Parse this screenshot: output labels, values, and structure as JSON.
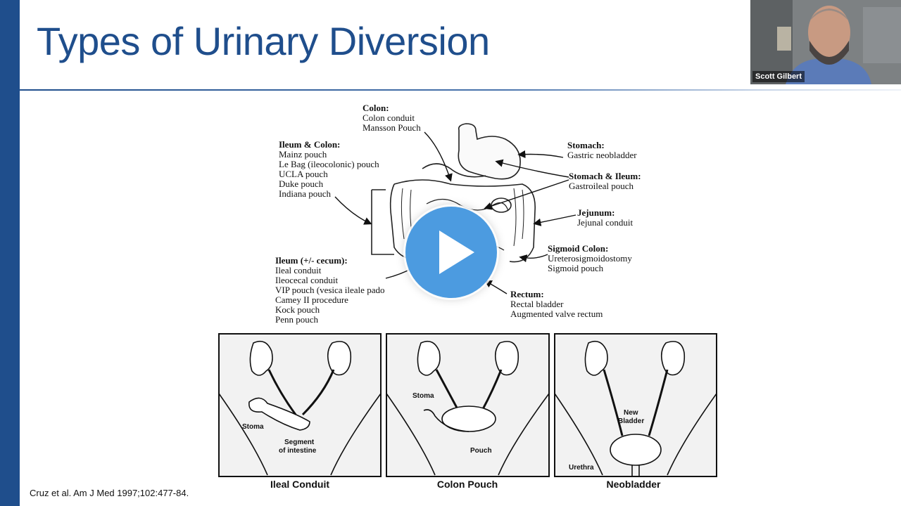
{
  "slide": {
    "title": "Types of Urinary Diversion",
    "citation": "Cruz et al. Am J Med 1997;102:477-84."
  },
  "webcam": {
    "name": "Scott Gilbert"
  },
  "diagram": {
    "colon": {
      "heading": "Colon:",
      "items": [
        "Colon conduit",
        "Mansson Pouch"
      ]
    },
    "ileum_colon": {
      "heading": "Ileum & Colon:",
      "items": [
        "Mainz pouch",
        "Le Bag (ileocolonic) pouch",
        "UCLA pouch",
        "Duke pouch",
        "Indiana pouch"
      ]
    },
    "stomach": {
      "heading": "Stomach:",
      "items": [
        "Gastric neobladder"
      ]
    },
    "stomach_ileum": {
      "heading": "Stomach & Ileum:",
      "items": [
        "Gastroileal pouch"
      ]
    },
    "jejunum": {
      "heading": "Jejunum:",
      "items": [
        "Jejunal conduit"
      ]
    },
    "sigmoid": {
      "heading": "Sigmoid Colon:",
      "items": [
        "Ureterosigmoidostomy",
        "Sigmoid pouch"
      ]
    },
    "ileum": {
      "heading": "Ileum (+/- cecum):",
      "items": [
        "Ileal conduit",
        "Ileocecal conduit",
        "VIP pouch (vesica ileale pado",
        "Camey II procedure",
        "Kock pouch",
        "Penn pouch"
      ]
    },
    "rectum": {
      "heading": "Rectum:",
      "items": [
        "Rectal bladder",
        "Augmented valve rectum"
      ]
    }
  },
  "panels": [
    {
      "caption": "Ileal Conduit",
      "labels": [
        "Stoma",
        "Segment",
        "of intestine"
      ]
    },
    {
      "caption": "Colon Pouch",
      "labels": [
        "Stoma",
        "Pouch"
      ]
    },
    {
      "caption": "Neobladder",
      "labels": [
        "New",
        "Bladder",
        "Urethra"
      ]
    }
  ],
  "player": {
    "icon": "play-icon"
  }
}
